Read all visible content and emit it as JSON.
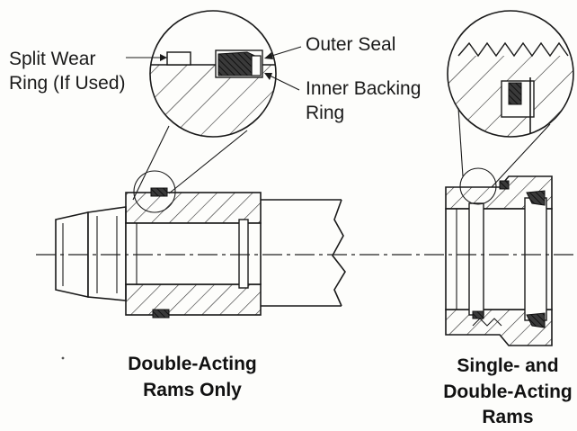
{
  "labels": {
    "split_wear_ring_1": "Split Wear",
    "split_wear_ring_2": "Ring (If Used)",
    "outer_seal": "Outer Seal",
    "inner_backing_ring_1": "Inner Backing",
    "inner_backing_ring_2": "Ring"
  },
  "captions": {
    "double_acting_1": "Double-Acting",
    "double_acting_2": "Rams Only",
    "single_double_1": "Single- and",
    "single_double_2": "Double-Acting",
    "single_double_3": "Rams"
  },
  "colors": {
    "ink": "#1a1a1a",
    "seal_fill": "#2b2b2b",
    "paper": "#fdfdfb"
  }
}
